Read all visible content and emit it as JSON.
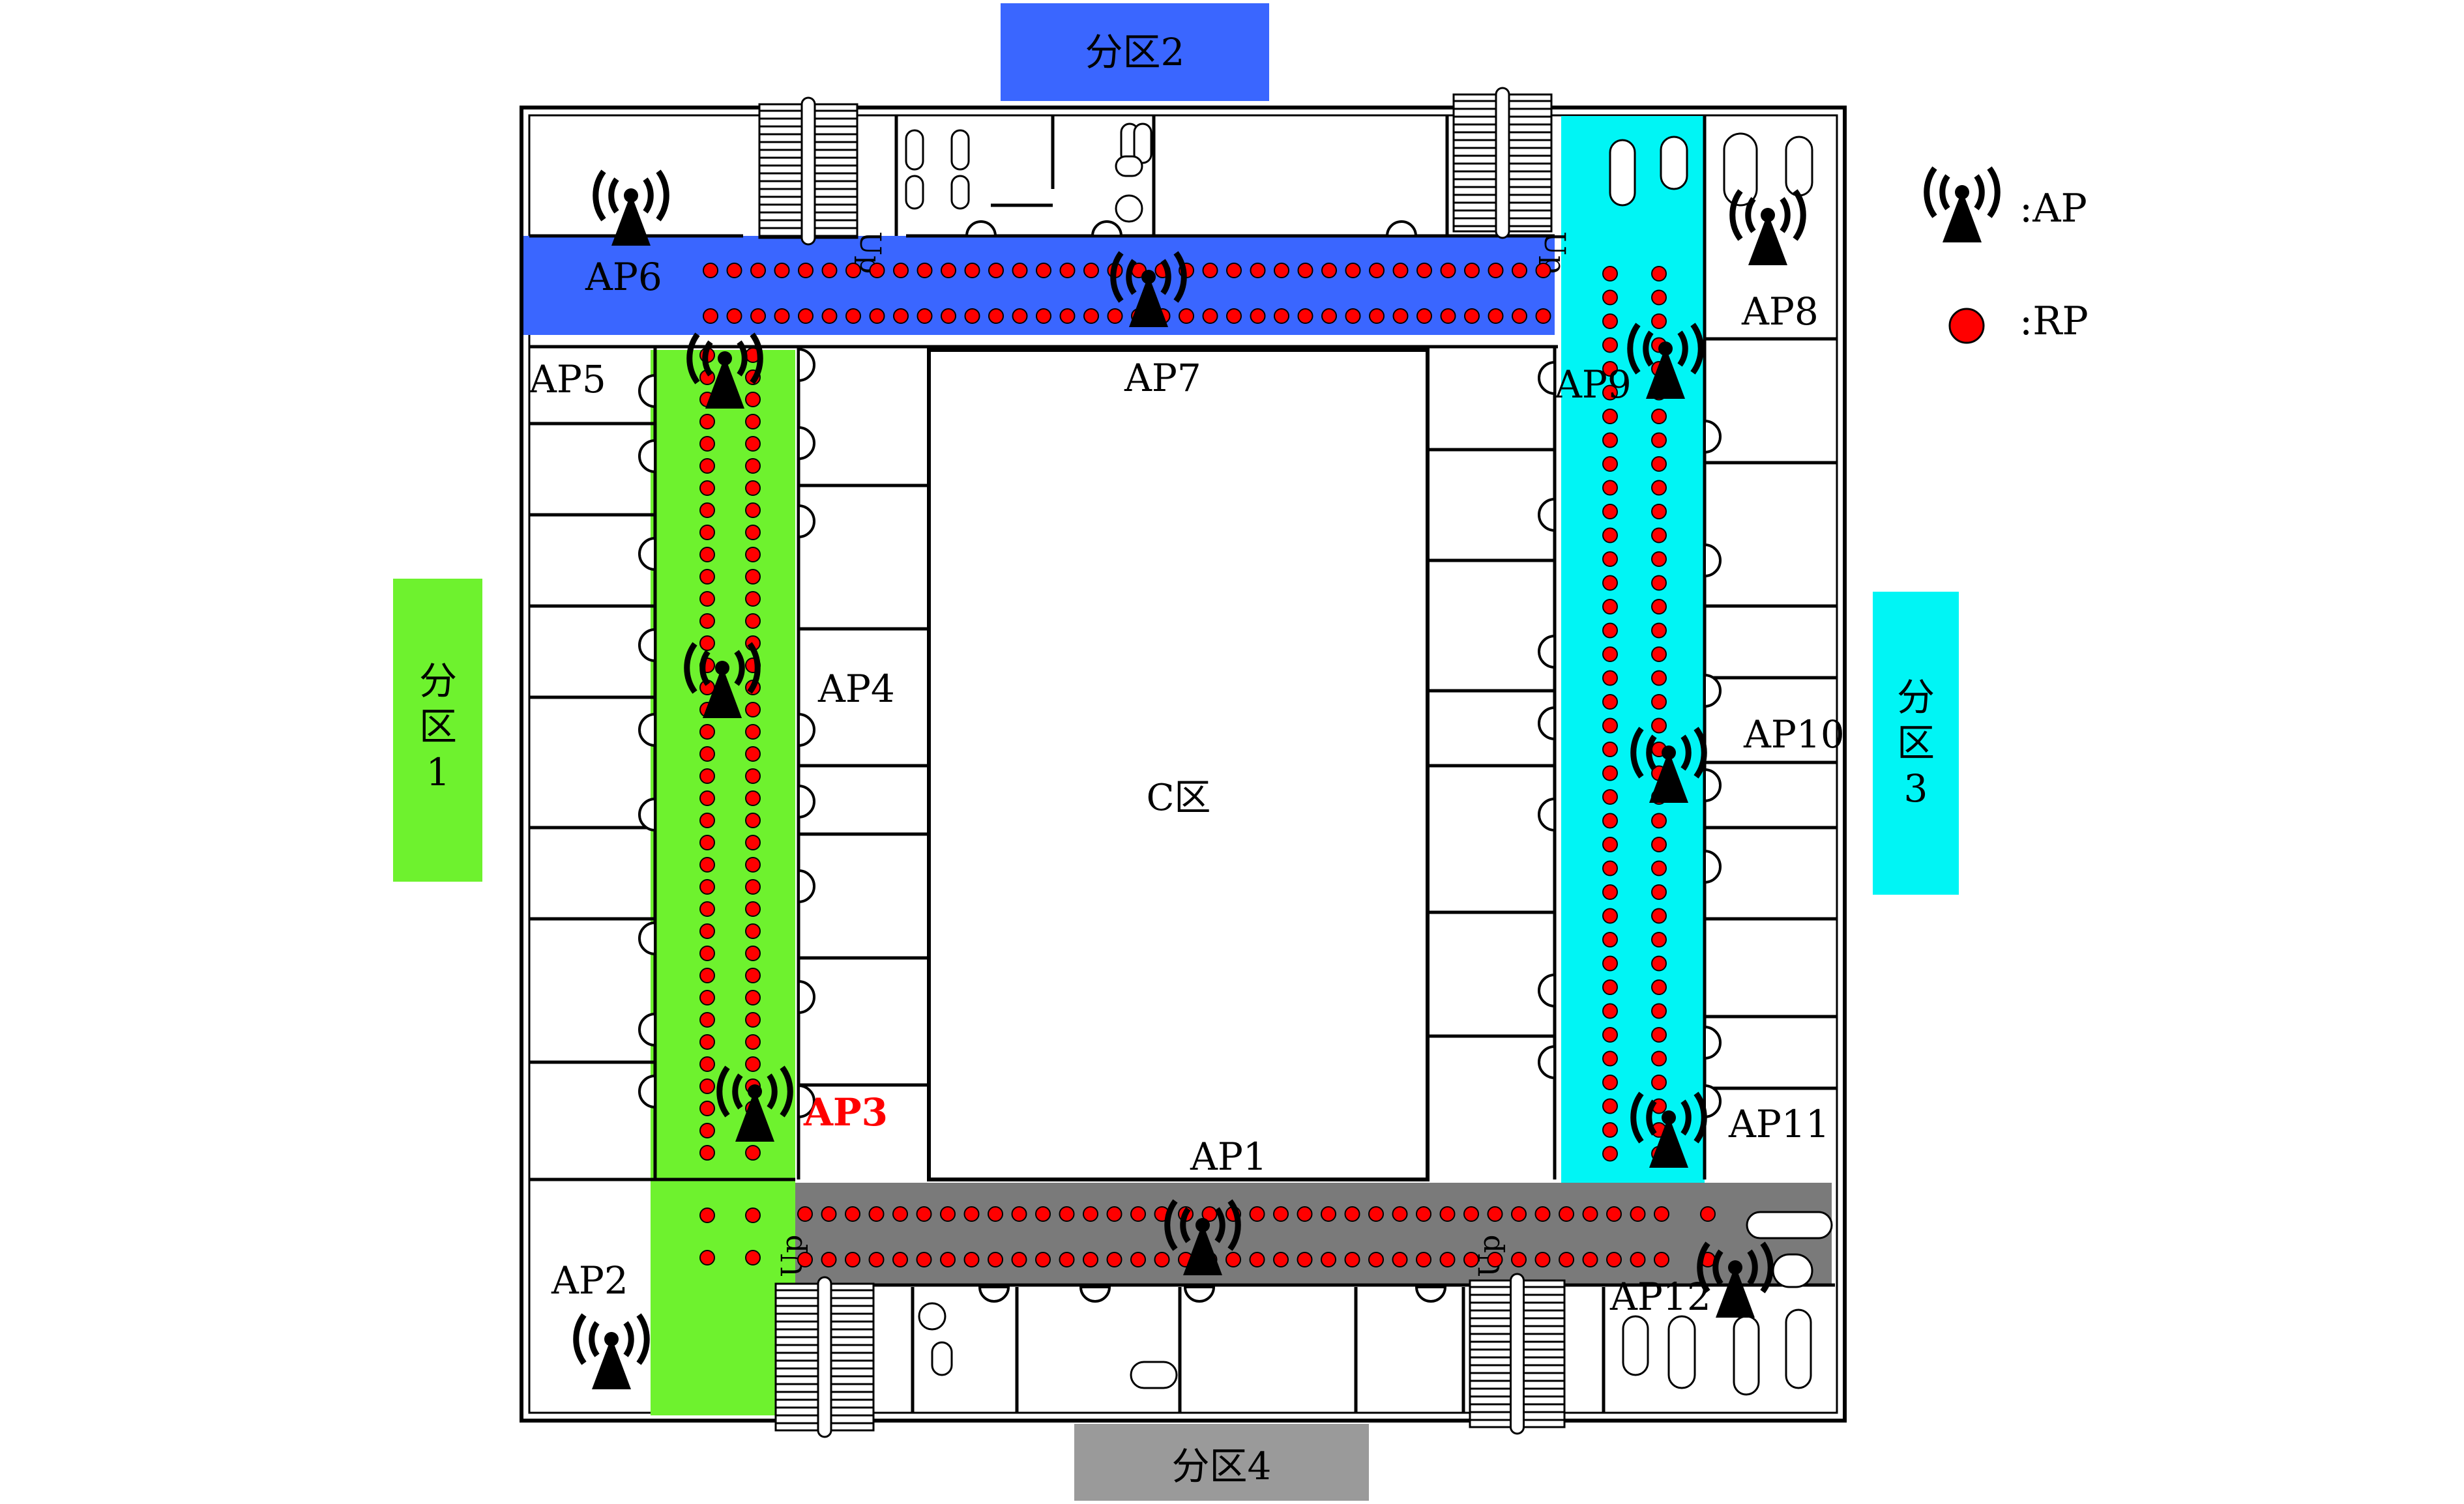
{
  "zones": {
    "z2": {
      "label": "分区2",
      "color": "#3a66ff"
    },
    "z1": {
      "lines": [
        "分",
        "区",
        "1"
      ],
      "color": "#6ef22e"
    },
    "z3": {
      "lines": [
        "分",
        "区",
        "3"
      ],
      "color": "#00f5f5"
    },
    "z4": {
      "label": "分区4",
      "color": "#9a9a9a"
    }
  },
  "corridor_colors": {
    "top": "#3a66ff",
    "left": "#6ef22e",
    "right": "#00f5f5",
    "bottom": "#7a7a7a"
  },
  "legend": {
    "ap_label": ":AP",
    "rp_label": ":RP",
    "rp_color": "#ff0000"
  },
  "center_label": "C区",
  "stair_label": "Up",
  "aps": [
    {
      "id": "AP1",
      "label": "AP1"
    },
    {
      "id": "AP2",
      "label": "AP2"
    },
    {
      "id": "AP3",
      "label": "AP3",
      "highlight": true,
      "color": "#ff0000"
    },
    {
      "id": "AP4",
      "label": "AP4"
    },
    {
      "id": "AP5",
      "label": "AP5"
    },
    {
      "id": "AP6",
      "label": "AP6"
    },
    {
      "id": "AP7",
      "label": "AP7"
    },
    {
      "id": "AP8",
      "label": "AP8"
    },
    {
      "id": "AP9",
      "label": "AP9"
    },
    {
      "id": "AP10",
      "label": "AP10"
    },
    {
      "id": "AP11",
      "label": "AP11"
    },
    {
      "id": "AP12",
      "label": "AP12"
    }
  ]
}
